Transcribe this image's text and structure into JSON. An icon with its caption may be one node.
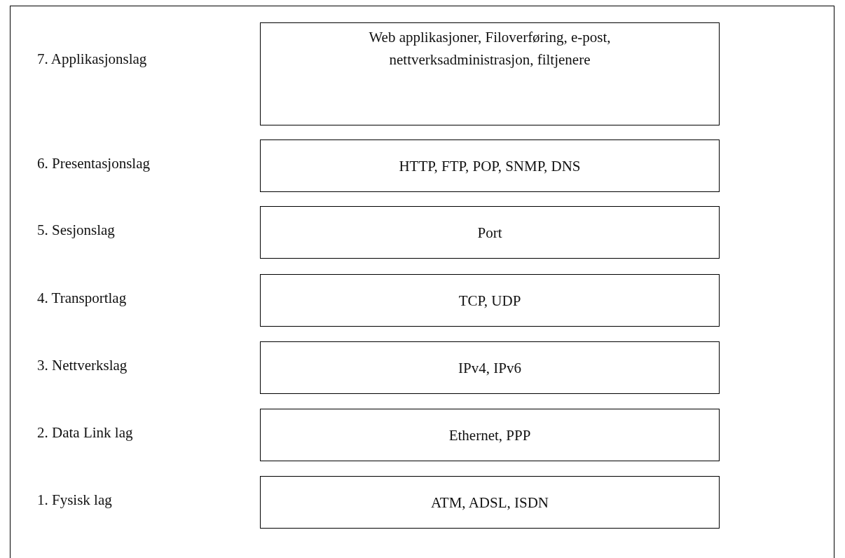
{
  "diagram": {
    "nodes": [
      {
        "text": [
          "Web applikasjoner, Filoverføring, e-post, nettverksadministrasjon, filtjenere"
        ]
      },
      {
        "text": [
          "HTTP, FTP, POP, SNMP, DNS"
        ]
      },
      {
        "text": [
          "Port"
        ]
      },
      {
        "text": [
          "TCP, UDP"
        ]
      },
      {
        "text": [
          "IPv4, IPv6"
        ]
      },
      {
        "text": [
          "Ethernet, PPP"
        ]
      },
      {
        "text": [
          "ATM, ADSL, ISDN"
        ]
      }
    ],
    "labels": [
      "7. Applikasjonslag",
      "6. Presentasjonslag",
      "5. Sesjonslag",
      "4. Transportlag",
      "3. Nettverkslag",
      "2. Data Link lag",
      "1. Fysisk lag"
    ]
  }
}
